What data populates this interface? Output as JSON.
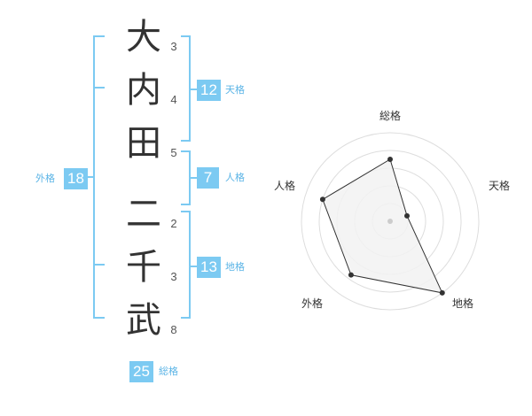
{
  "name_chars": [
    {
      "char": "大",
      "strokes": "3"
    },
    {
      "char": "内",
      "strokes": "4"
    },
    {
      "char": "田",
      "strokes": "5"
    },
    {
      "char": "二",
      "strokes": "2"
    },
    {
      "char": "千",
      "strokes": "3"
    },
    {
      "char": "武",
      "strokes": "8"
    }
  ],
  "kakaku": {
    "tenkaku": {
      "value": "12",
      "label": "天格"
    },
    "jinkaku": {
      "value": "7",
      "label": "人格"
    },
    "chikaku": {
      "value": "13",
      "label": "地格"
    },
    "gaikaku": {
      "value": "18",
      "label": "外格"
    },
    "soukaku": {
      "value": "25",
      "label": "総格"
    }
  },
  "radar": {
    "labels": {
      "soukaku": "総格",
      "tenkaku": "天格",
      "chikaku": "地格",
      "gaikaku": "外格",
      "jinkaku": "人格"
    },
    "levels": 5,
    "values": [
      {
        "axis": "総格",
        "value": 0.7
      },
      {
        "axis": "天格",
        "value": 0.2
      },
      {
        "axis": "地格",
        "value": 1.0
      },
      {
        "axis": "外格",
        "value": 0.75
      },
      {
        "axis": "人格",
        "value": 0.8
      }
    ],
    "colors": {
      "fill": "#f2f2f2",
      "line": "#333333",
      "grid": "#dddddd",
      "center": "#cccccc"
    }
  },
  "accent_color": "#7ccaf2"
}
